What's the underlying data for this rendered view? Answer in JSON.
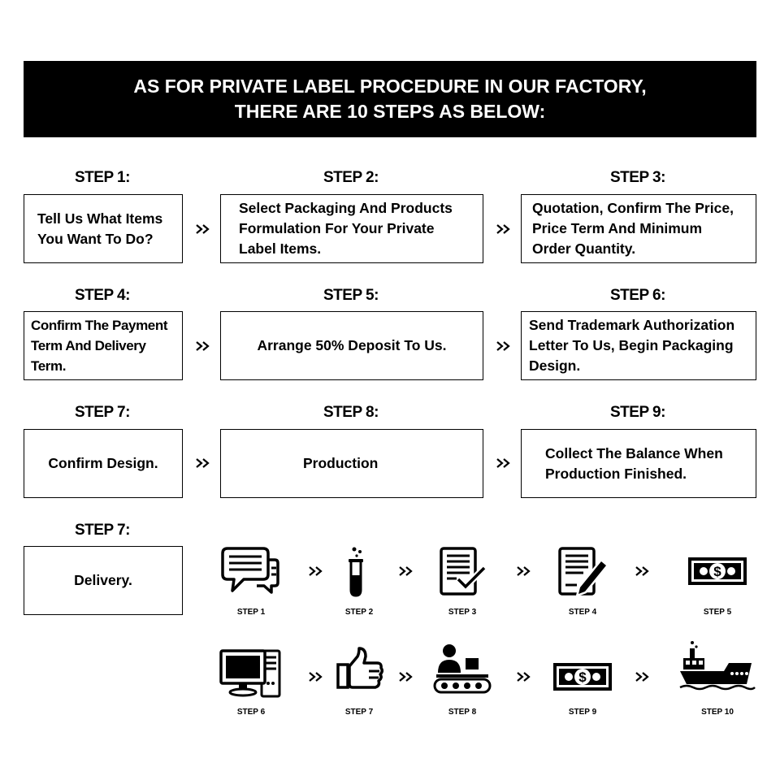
{
  "banner": {
    "line1": "AS FOR PRIVATE LABEL PROCEDURE IN OUR FACTORY,",
    "line2": "THERE ARE 10 STEPS AS BELOW:"
  },
  "steps": [
    {
      "heading": "STEP 1:",
      "lines": [
        "Tell Us What Items",
        "You Want To Do?"
      ]
    },
    {
      "heading": "STEP 2:",
      "lines": [
        "Select Packaging And Products",
        "Formulation For Your Private",
        "Label Items."
      ]
    },
    {
      "heading": "STEP 3:",
      "lines": [
        "Quotation, Confirm The Price,",
        "Price Term And Minimum",
        "Order Quantity."
      ]
    },
    {
      "heading": "STEP 4:",
      "lines": [
        "Confirm The Payment",
        "Term And Delivery",
        "Term."
      ]
    },
    {
      "heading": "STEP 5:",
      "lines": [
        "Arrange 50% Deposit To Us."
      ]
    },
    {
      "heading": "STEP 6:",
      "lines": [
        "Send Trademark Authorization",
        "Letter To Us, Begin  Packaging",
        "Design."
      ]
    },
    {
      "heading": "STEP 7:",
      "lines": [
        "Confirm Design."
      ]
    },
    {
      "heading": "STEP 8:",
      "lines": [
        "Production"
      ]
    },
    {
      "heading": "STEP 9:",
      "lines": [
        "Collect The Balance When",
        "Production Finished."
      ]
    },
    {
      "heading": "STEP 7:",
      "lines": [
        "Delivery."
      ]
    }
  ],
  "icons": [
    {
      "label": "STEP 1",
      "icon": "chat-bubbles-icon"
    },
    {
      "label": "STEP 2",
      "icon": "test-tube-icon"
    },
    {
      "label": "STEP 3",
      "icon": "checked-document-icon"
    },
    {
      "label": "STEP 4",
      "icon": "signing-document-icon"
    },
    {
      "label": "STEP 5",
      "icon": "cash-icon"
    },
    {
      "label": "STEP 6",
      "icon": "computer-icon"
    },
    {
      "label": "STEP 7",
      "icon": "thumbs-up-icon"
    },
    {
      "label": "STEP 8",
      "icon": "conveyor-worker-icon"
    },
    {
      "label": "STEP 9",
      "icon": "cash-icon"
    },
    {
      "label": "STEP 10",
      "icon": "cargo-ship-icon"
    }
  ],
  "currency_symbol": "$",
  "colors": {
    "banner_bg": "#000000",
    "banner_text": "#ffffff",
    "ink": "#000000"
  }
}
